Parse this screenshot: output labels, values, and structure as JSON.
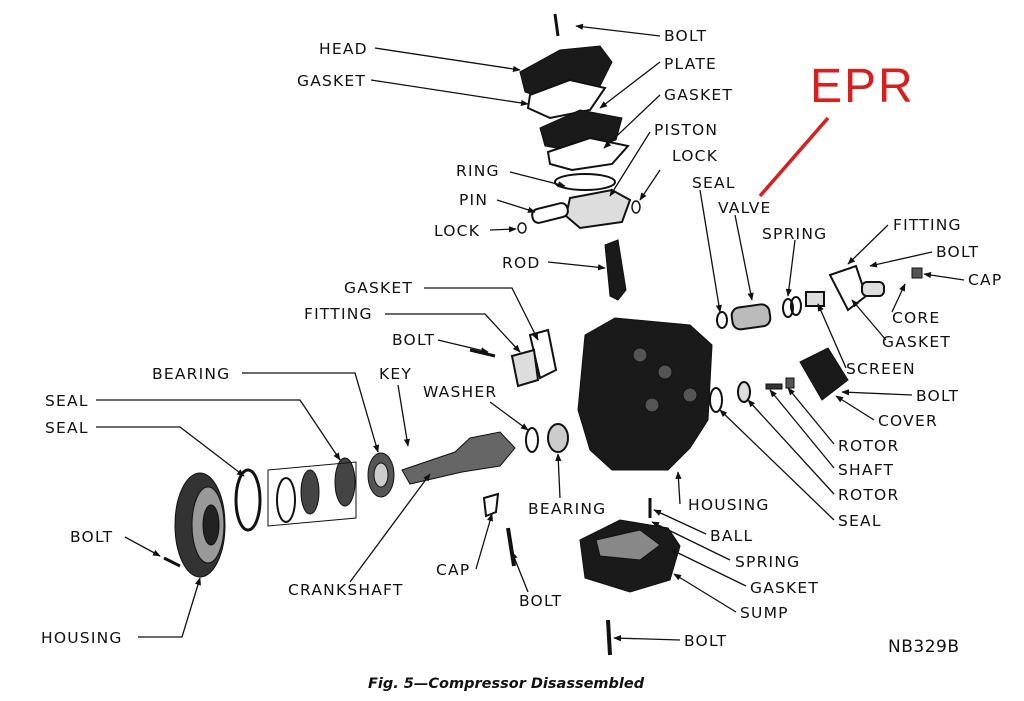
{
  "labels": {
    "head": "HEAD",
    "gasket_top": "GASKET",
    "bolt_top": "BOLT",
    "plate": "PLATE",
    "gasket_plate": "GASKET",
    "piston": "PISTON",
    "lock_piston": "LOCK",
    "ring": "RING",
    "pin": "PIN",
    "lock_pin": "LOCK",
    "rod": "ROD",
    "seal_valve": "SEAL",
    "valve": "VALVE",
    "spring_valve": "SPRING",
    "fitting_right": "FITTING",
    "bolt_fitting_right": "BOLT",
    "cap_right": "CAP",
    "core": "CORE",
    "gasket_right": "GASKET",
    "screen": "SCREEN",
    "bolt_cover": "BOLT",
    "cover": "COVER",
    "rotor_upper": "ROTOR",
    "shaft": "SHAFT",
    "rotor_lower": "ROTOR",
    "seal_right": "SEAL",
    "housing_main": "HOUSING",
    "ball": "BALL",
    "spring_sump": "SPRING",
    "gasket_sump": "GASKET",
    "sump": "SUMP",
    "bolt_bottom": "BOLT",
    "gasket_left": "GASKET",
    "fitting_left": "FITTING",
    "bolt_left": "BOLT",
    "key": "KEY",
    "washer": "WASHER",
    "bearing_left": "BEARING",
    "seal_1": "SEAL",
    "seal_2": "SEAL",
    "bolt_housing": "BOLT",
    "housing_left": "HOUSING",
    "crankshaft": "CRANKSHAFT",
    "cap_bottom": "CAP",
    "bolt_cap": "BOLT",
    "bearing_center": "BEARING"
  },
  "annotation": "EPR",
  "code": "NB329B",
  "caption": "Fig. 5—Compressor Disassembled",
  "colors": {
    "annotation": "#d71f1f",
    "line": "#111111"
  }
}
